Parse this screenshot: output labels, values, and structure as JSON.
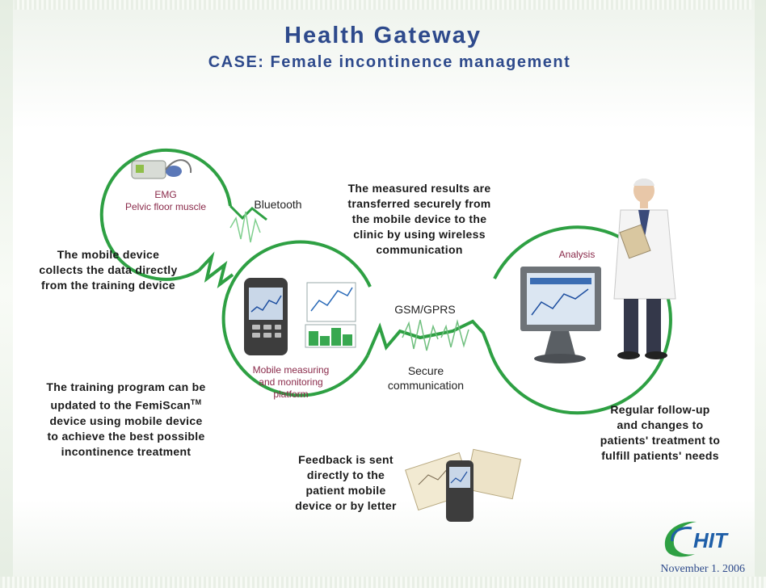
{
  "title": "Health Gateway",
  "subtitle": "CASE: Female incontinence management",
  "labels": {
    "emg": "EMG",
    "pelvic": "Pelvic floor muscle",
    "bluetooth": "Bluetooth",
    "analysis": "Analysis",
    "gsm": "GSM/GPRS",
    "secure_line1": "Secure",
    "secure_line2": "communication",
    "mobile_platform_line1": "Mobile measuring",
    "mobile_platform_line2": "and monitoring",
    "mobile_platform_line3": "platform"
  },
  "notes": {
    "transfer": [
      "The measured results are",
      "transferred securely from",
      "the mobile device to the",
      "clinic by using wireless",
      "communication"
    ],
    "collect": [
      "The mobile device",
      "collects the data directly",
      "from the training device"
    ],
    "training": [
      "The training program can be",
      "updated to the FemiScan",
      "TM",
      "device using mobile device",
      "to achieve the best possible",
      "incontinence treatment"
    ],
    "followup": [
      "Regular follow-up",
      "and changes to",
      "patients' treatment to",
      "fulfill patients' needs"
    ],
    "feedback": [
      "Feedback is sent",
      "directly to the",
      "patient mobile",
      "device or by letter"
    ]
  },
  "logo_text": "HIT",
  "footer_date": "November 1. 2006",
  "colors": {
    "title": "#2e4a8c",
    "circle_stroke": "#2ea043",
    "maroon_label": "#8a2a4a",
    "logo_blue": "#1f5fa8",
    "logo_green": "#2ea043"
  },
  "icons": [
    "emg-device-icon",
    "mobile-phone-icon",
    "monitoring-chart-icon",
    "doctor-figure-icon",
    "computer-monitor-icon",
    "letter-papers-icon",
    "ehit-logo-icon"
  ]
}
